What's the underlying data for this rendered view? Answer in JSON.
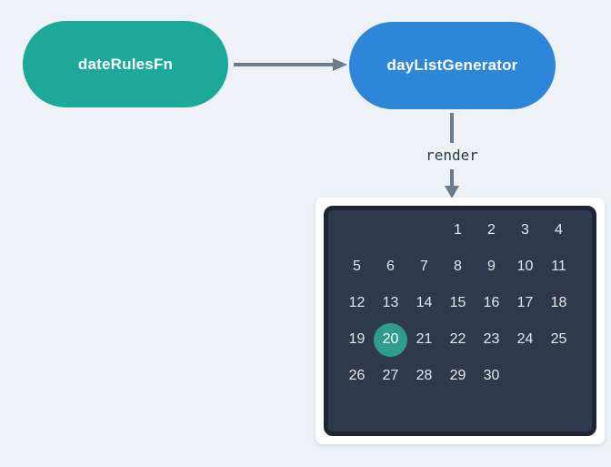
{
  "page": {
    "background_color": "#eef1f5"
  },
  "diagram": {
    "nodes": [
      {
        "id": "dateRulesFn",
        "label": "dateRulesFn",
        "color": "#1ca99a",
        "shape": "pill"
      },
      {
        "id": "dayListGenerator",
        "label": "dayListGenerator",
        "color": "#2e86d8",
        "shape": "pill"
      }
    ],
    "edges": [
      {
        "from": "dateRulesFn",
        "to": "dayListGenerator",
        "label": ""
      },
      {
        "from": "dayListGenerator",
        "to": "calendar",
        "label": "render"
      }
    ],
    "edge_label": "render",
    "arrow_color": "#6b7c8d",
    "edge_label_color": "#2b3947"
  },
  "calendar": {
    "leading_empty_cells": 3,
    "days": [
      1,
      2,
      3,
      4,
      5,
      6,
      7,
      8,
      9,
      10,
      11,
      12,
      13,
      14,
      15,
      16,
      17,
      18,
      19,
      20,
      21,
      22,
      23,
      24,
      25,
      26,
      27,
      28,
      29,
      30
    ],
    "selected_day": 20,
    "columns": 7,
    "colors": {
      "card_bg": "#ffffff",
      "panel_bg": "#2e3a4c",
      "panel_border": "#1d2534",
      "day_text": "#e3e7eb",
      "selected_bg": "#2f9c8e",
      "selected_text": "#ffffff"
    }
  }
}
